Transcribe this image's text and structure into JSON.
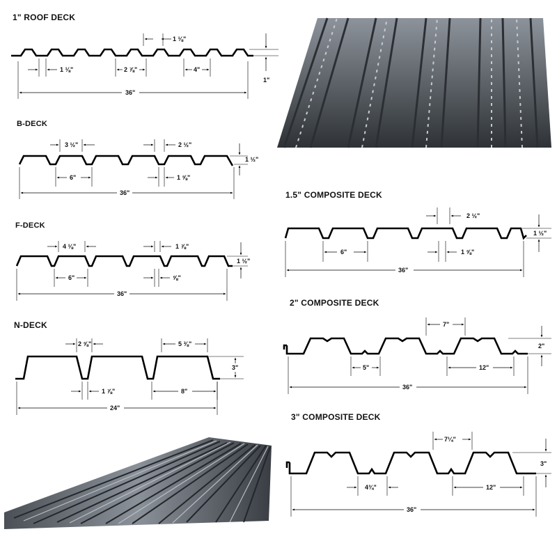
{
  "titles": {
    "roof": "1\" ROOF DECK",
    "b": "B-DECK",
    "f": "F-DECK",
    "n": "N-DECK",
    "c15": "1.5\" COMPOSITE DECK",
    "c2": "2\" COMPOSITE DECK",
    "c3": "3\" COMPOSITE DECK"
  },
  "roof": {
    "top": "1 ⅛\"",
    "bot1": "1 ⅛\"",
    "bot2": "2 ⅞\"",
    "bot3": "4\"",
    "height": "1\"",
    "width": "36\""
  },
  "b": {
    "top1": "3 ½\"",
    "top2": "2 ½\"",
    "bot1": "6\"",
    "bot2": "1 ⅝\"",
    "height": "1 ½\"",
    "width": "36\""
  },
  "f": {
    "top1": "4 ⅛\"",
    "top2": "1 ⅞\"",
    "bot1": "6\"",
    "bot2": "⅝\"",
    "height": "1 ½\"",
    "width": "36\""
  },
  "n": {
    "top1": "2 ⅝\"",
    "top2": "5 ⅜\"",
    "bot1": "1 ⅞\"",
    "bot2": "8\"",
    "height": "3\"",
    "width": "24\""
  },
  "c15": {
    "top": "2 ½\"",
    "bot1": "6\"",
    "bot2": "1 ⅝\"",
    "height": "1 ½\"",
    "width": "36\""
  },
  "c2": {
    "top": "7\"",
    "bot1": "5\"",
    "bot2": "12\"",
    "height": "2\"",
    "width": "36\""
  },
  "c3": {
    "top": "7¼\"",
    "bot1": "4¾\"",
    "bot2": "12\"",
    "height": "3\"",
    "width": "36\""
  },
  "colors": {
    "profile": "#000000",
    "steel_dark": "#3c4046",
    "steel_light": "#9aa0a8"
  }
}
